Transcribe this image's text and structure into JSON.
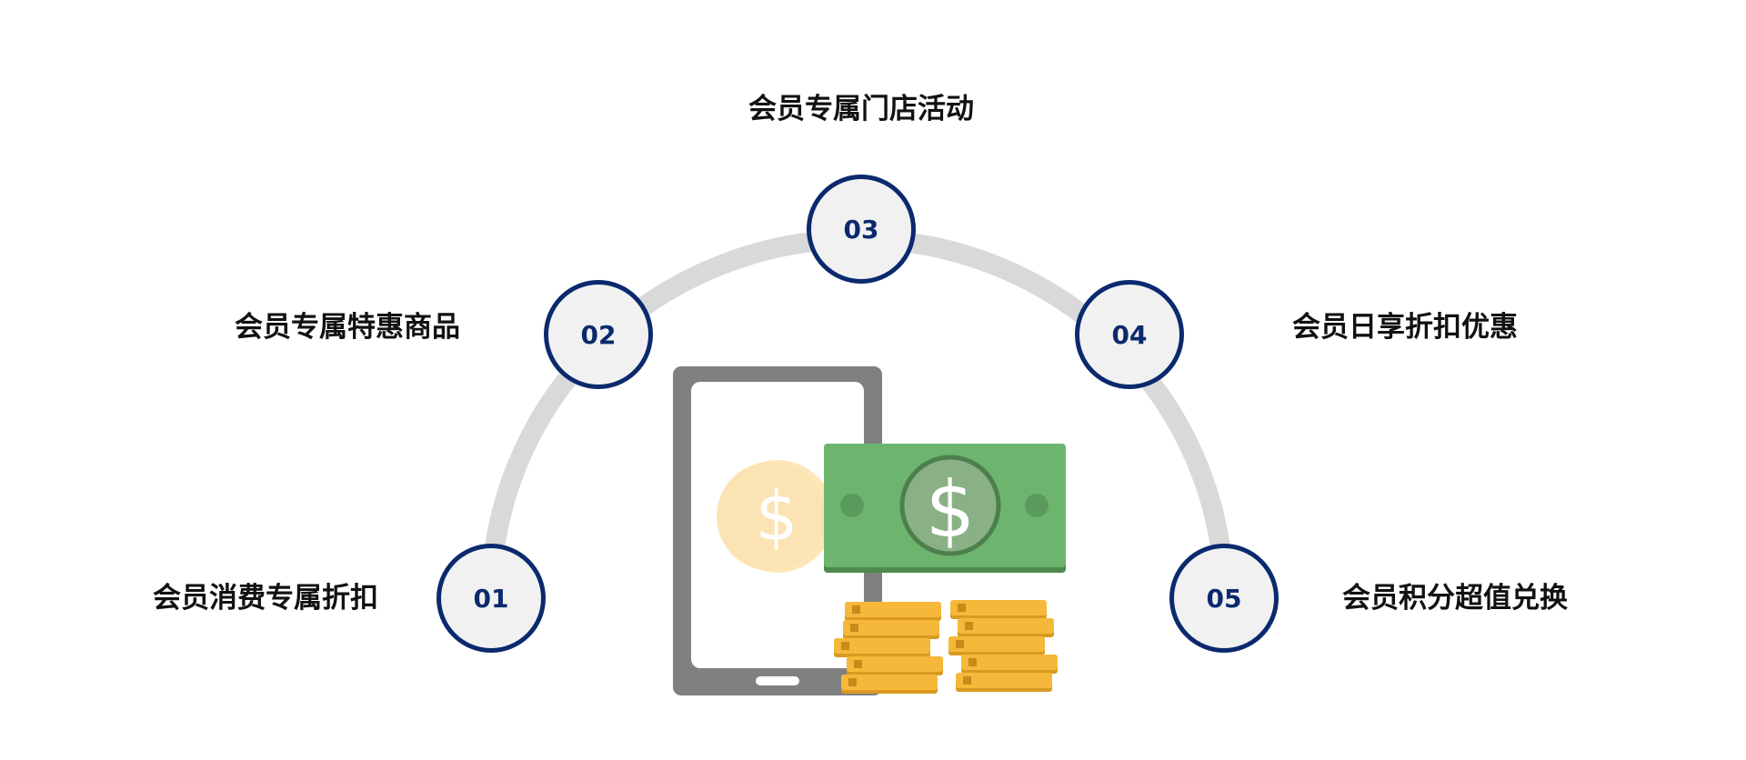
{
  "colors": {
    "arc": "#d9d9d9",
    "node_border": "#0b2a6d",
    "node_fill": "#f1f1f2",
    "label_text": "#111111"
  },
  "items": [
    {
      "number": "01",
      "label": "会员消费专属折扣"
    },
    {
      "number": "02",
      "label": "会员专属特惠商品"
    },
    {
      "number": "03",
      "label": "会员专属门店活动"
    },
    {
      "number": "04",
      "label": "会员日享折扣优惠"
    },
    {
      "number": "05",
      "label": "会员积分超值兑换"
    }
  ],
  "illustration": {
    "icons": [
      "phone-icon",
      "coin-icon",
      "banknote-icon",
      "coin-stack-icon"
    ],
    "currency_symbol": "$"
  }
}
